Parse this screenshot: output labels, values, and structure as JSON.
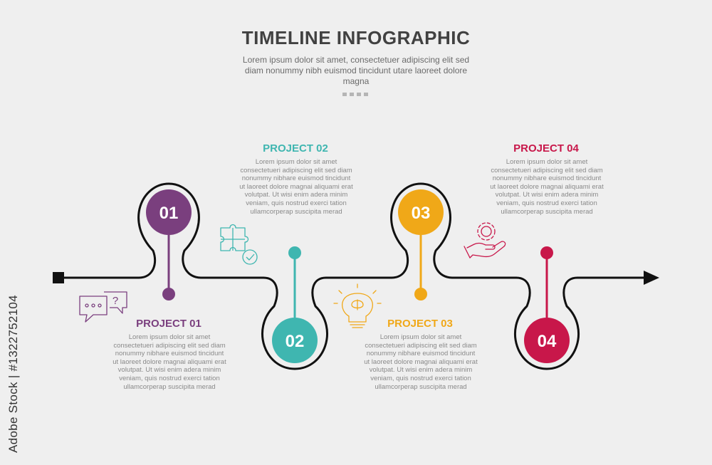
{
  "header": {
    "title": "TIMELINE INFOGRAPHIC",
    "subtitle": "Lorem ipsum dolor sit amet, consectetuer adipiscing elit sed diam nonummy nibh euismod tincidunt utare laoreet dolore magna"
  },
  "milestones": [
    {
      "number": "01",
      "project": "PROJECT 01",
      "color": "#7a3f7e",
      "icon": "chat-bubbles-icon",
      "body": "Lorem ipsum dolor sit amet consectetueri adipiscing elit sed diam nonummy nibhare euismod tincidunt ut laoreet dolore magnai aliquami erat volutpat. Ut wisi enim adera minim veniam, quis nostrud exerci tation ullamcorperap suscipita merad"
    },
    {
      "number": "02",
      "project": "PROJECT 02",
      "color": "#3fb6b0",
      "icon": "puzzle-check-icon",
      "body": "Lorem ipsum dolor sit amet consectetueri adipiscing elit sed diam nonummy nibhare euismod tincidunt ut laoreet dolore magnai aliquami erat volutpat. Ut wisi enim adera minim veniam, quis nostrud exerci tation ullamcorperap suscipita merad"
    },
    {
      "number": "03",
      "project": "PROJECT 03",
      "color": "#f0a818",
      "icon": "lightbulb-brain-icon",
      "body": "Lorem ipsum dolor sit amet consectetueri adipiscing elit sed diam nonummy nibhare euismod tincidunt ut laoreet dolore magnai aliquami erat volutpat. Ut wisi enim adera minim veniam, quis nostrud exerci tation ullamcorperap suscipita merad"
    },
    {
      "number": "04",
      "project": "PROJECT 04",
      "color": "#c8174a",
      "icon": "hand-gear-icon",
      "body": "Lorem ipsum dolor sit amet consectetueri adipiscing elit sed diam nonummy nibhare euismod tincidunt ut laoreet dolore magnai aliquami erat volutpat. Ut wisi enim adera minim veniam, quis nostrud exerci tation ullamcorperap suscipita merad"
    }
  ],
  "colors": {
    "background": "#efefef",
    "line": "#111111",
    "title": "#414141",
    "text": "#8a8a8a"
  },
  "watermark": "Adobe Stock | #1322752104"
}
